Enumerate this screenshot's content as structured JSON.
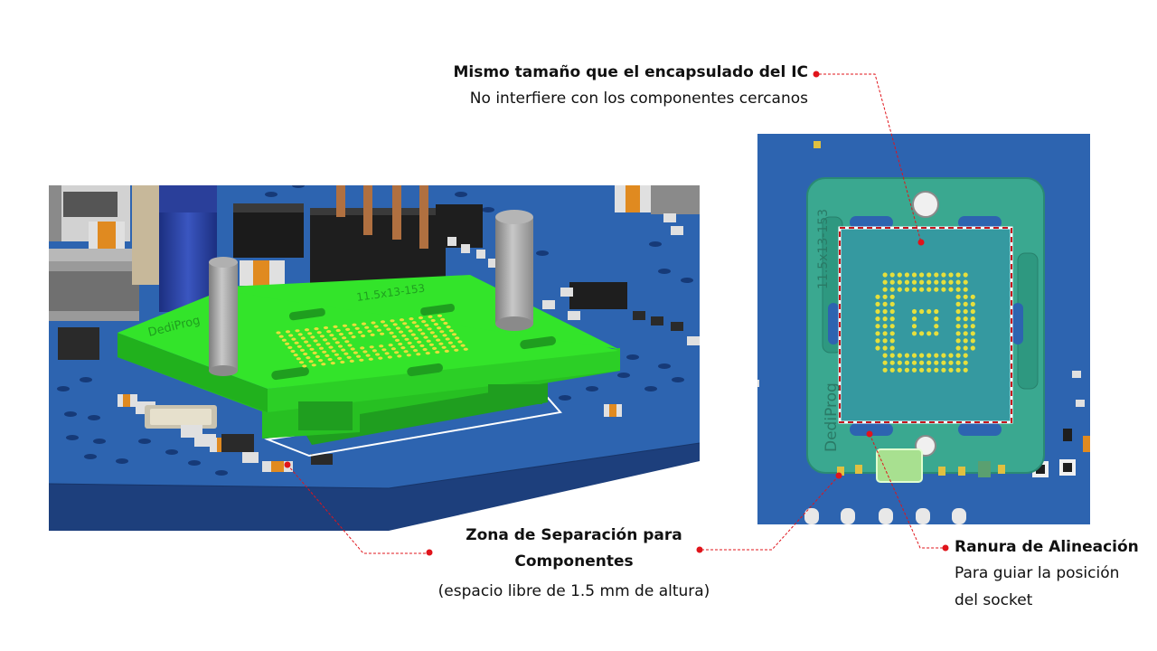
{
  "annotations": {
    "package_size": {
      "title": "Mismo tamaño que el encapsulado del IC",
      "subtitle": "No interfiere con los componentes cercanos"
    },
    "clearance_zone": {
      "title_line1": "Zona de Separación para",
      "title_line2": "Componentes",
      "subtitle": "(espacio libre de 1.5 mm de altura)"
    },
    "alignment_slot": {
      "title": "Ranura de Alineación",
      "subtitle_line1": "Para guiar la posición",
      "subtitle_line2": "del socket"
    }
  },
  "socket": {
    "brand": "DediProg",
    "model": "11.5x13-153"
  },
  "colors": {
    "board_blue": "#2d64b0",
    "board_edge": "#1d3f7c",
    "socket_green": "#33e42a",
    "socket_teal": "#3aa890",
    "callout_red": "#e0141b",
    "pad_yellow": "#e6df3c"
  }
}
